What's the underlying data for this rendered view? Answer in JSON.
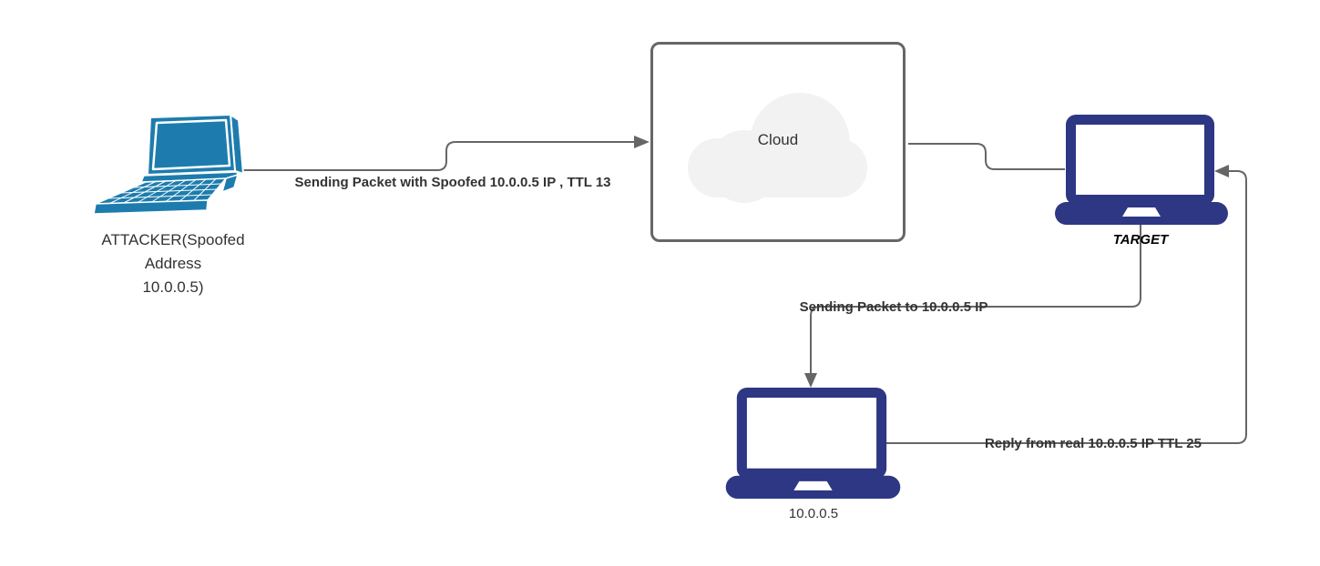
{
  "nodes": {
    "attacker": {
      "label_lines": [
        "ATTACKER(Spoofed",
        "Address",
        "10.0.0.5)"
      ]
    },
    "cloud": {
      "label": "Cloud"
    },
    "target": {
      "label": "TARGET"
    },
    "real_host": {
      "label": "10.0.0.5"
    }
  },
  "edges": {
    "attacker_to_cloud": {
      "label": "Sending Packet with Spoofed 10.0.0.5 IP , TTL 13"
    },
    "cloud_to_target": {
      "label": ""
    },
    "target_to_real_host": {
      "label": "Sending Packet to 10.0.0.5 IP"
    },
    "real_host_to_target": {
      "label": "Reply from real 10.0.0.5 IP TTL 25"
    }
  },
  "colors": {
    "attacker_laptop": "#1D7CAD",
    "target_laptop": "#2D3784",
    "connector": "#666666",
    "cloud_fill": "#F2F2F2",
    "cloud_box_border": "#666666",
    "label_text": "#333333"
  }
}
